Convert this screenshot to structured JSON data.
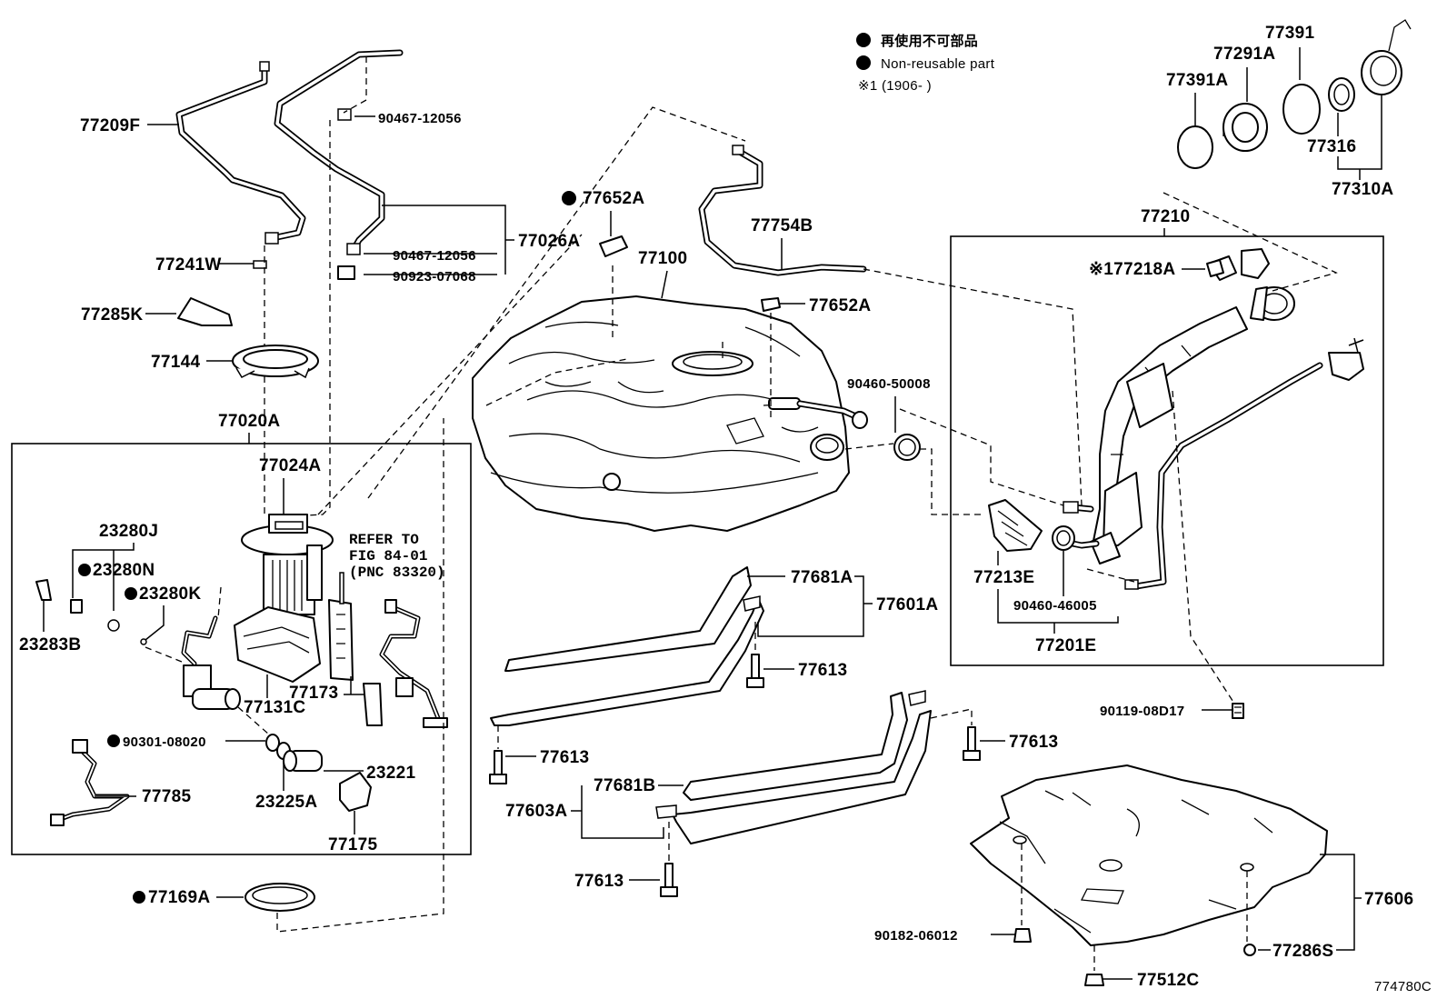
{
  "legend": {
    "non_reusable_jp": "再使用不可部品",
    "non_reusable_en": "Non-reusable part",
    "note_1": "※1 (1906-        )"
  },
  "reference_note": {
    "line1": "REFER TO",
    "line2": "FIG 84-01",
    "line3": "(PNC 83320)"
  },
  "figure_code": "774780C",
  "parts": {
    "p77209F": "77209F",
    "p77241W": "77241W",
    "p77285K": "77285K",
    "p77144": "77144",
    "p77020A": "77020A",
    "p77024A": "77024A",
    "p90467_a": "90467-12056",
    "p90467_b": "90467-12056",
    "p90923": "90923-07068",
    "p77026A": "77026A",
    "p77652A_top": "77652A",
    "p77652A_mid": "77652A",
    "p77100": "77100",
    "p77754B": "77754B",
    "p77391": "77391",
    "p77291A": "77291A",
    "p77391A": "77391A",
    "p77316": "77316",
    "p77310A": "77310A",
    "p77210": "77210",
    "p77218A": "※177218A",
    "p90460_50008": "90460-50008",
    "p77213E": "77213E",
    "p90460_46005": "90460-46005",
    "p77201E": "77201E",
    "p90119": "90119-08D17",
    "p77681A": "77681A",
    "p77601A": "77601A",
    "p77613_a": "77613",
    "p77613_b": "77613",
    "p77613_c": "77613",
    "p77613_d": "77613",
    "p77681B": "77681B",
    "p77603A": "77603A",
    "p77606": "77606",
    "p90182": "90182-06012",
    "p77286S": "77286S",
    "p77512C": "77512C",
    "p23280J": "23280J",
    "p23280N": "23280N",
    "p23280K": "23280K",
    "p23283B": "23283B",
    "p77173": "77173",
    "p77131C": "77131C",
    "p90301": "90301-08020",
    "p23221": "23221",
    "p77785": "77785",
    "p23225A": "23225A",
    "p77175": "77175",
    "p77169A": "77169A"
  }
}
